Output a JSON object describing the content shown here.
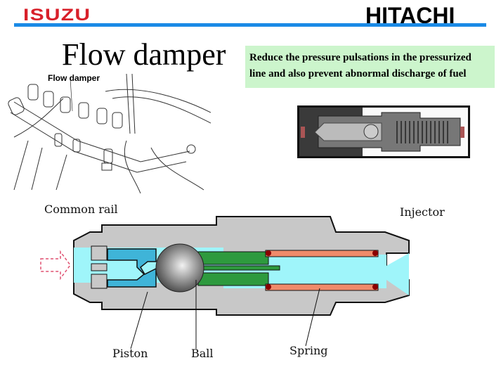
{
  "header": {
    "left_logo": "ISUZU",
    "right_logo": "HITACHI",
    "colors": {
      "isuzu_red": "#d8202a",
      "rule_blue": "#1a8ae6"
    }
  },
  "title": "Flow damper",
  "note": {
    "line1": "Reduce the pressure pulsations in the pressurized",
    "line2": "line and also prevent abnormal discharge of fuel",
    "background": "#ccf5cc"
  },
  "sketch": {
    "label": "Flow damper"
  },
  "photo": {
    "description": "cutaway photo of flow damper"
  },
  "diagram": {
    "labels": {
      "common_rail": "Common rail",
      "injector": "Injector",
      "piston": "Piston",
      "ball": "Ball",
      "spring": "Spring"
    },
    "colors": {
      "body": "#c8c8c8",
      "fuel": "#9ff5fa",
      "piston": "#3fb4d8",
      "green": "#2e9a3e",
      "spring": "#f08a6a",
      "flow_arrow": "#e05070"
    }
  }
}
